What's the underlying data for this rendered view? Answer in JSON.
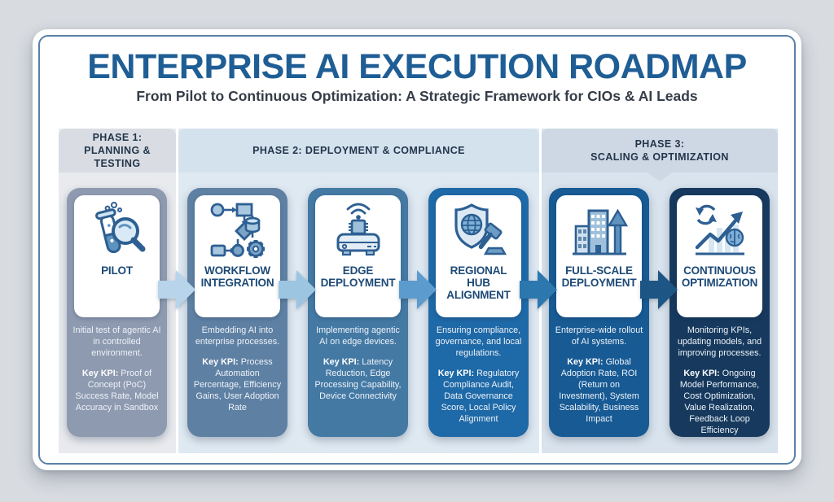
{
  "colors": {
    "page_bg": "#d8dbe0",
    "panel_border": "#3c6b96",
    "title": "#1f5e95",
    "subtitle": "#353d48"
  },
  "header": {
    "title": "ENTERPRISE AI EXECUTION ROADMAP",
    "subtitle": "From Pilot to Continuous Optimization: A Strategic Framework for CIOs & AI Leads"
  },
  "phases": [
    {
      "lines": [
        "PHASE 1:",
        "PLANNING &",
        "TESTING"
      ],
      "band_color": "#d9dde3",
      "tint_color": "#e8eaee"
    },
    {
      "lines": [
        "PHASE 2: DEPLOYMENT & COMPLIANCE"
      ],
      "band_color": "#d4e2ee",
      "tint_color": "#dfe9f2"
    },
    {
      "lines": [
        "PHASE 3:",
        "SCALING & OPTIMIZATION"
      ],
      "band_color": "#cdd8e4",
      "tint_color": "#d9e3ed"
    }
  ],
  "stages": [
    {
      "title": "PILOT",
      "description": "Initial test of agentic AI in controlled environment.",
      "kpi_label": "Key KPI:",
      "kpi": "Proof of Concept (PoC) Success Rate, Model Accuracy in Sandbox",
      "card_color": "#8e9ab0",
      "icon": "flask-magnifier-icon"
    },
    {
      "title": "WORKFLOW INTEGRATION",
      "description": "Embedding AI into enterprise processes.",
      "kpi_label": "Key KPI:",
      "kpi": "Process Automation Percentage, Efficiency Gains, User Adoption Rate",
      "card_color": "#5e80a3",
      "icon": "workflow-gear-icon"
    },
    {
      "title": "EDGE DEPLOYMENT",
      "description": "Implementing agentic AI on edge devices.",
      "kpi_label": "Key KPI:",
      "kpi": "Latency Reduction, Edge Processing Capability, Device Connectivity",
      "card_color": "#4479a4",
      "icon": "edge-device-icon"
    },
    {
      "title": "REGIONAL HUB ALIGNMENT",
      "description": "Ensuring compliance, governance, and local regulations.",
      "kpi_label": "Key KPI:",
      "kpi": "Regulatory Compliance Audit, Data Governance Score, Local Policy Alignment",
      "card_color": "#1e69a7",
      "icon": "shield-globe-gavel-icon"
    },
    {
      "title": "FULL-SCALE DEPLOYMENT",
      "description": "Enterprise-wide rollout of AI systems.",
      "kpi_label": "Key KPI:",
      "kpi": "Global Adoption Rate, ROI (Return on Investment), System Scalability, Business Impact",
      "card_color": "#175a94",
      "icon": "building-growth-icon"
    },
    {
      "title": "CONTINUOUS OPTIMIZATION",
      "description": "Monitoring KPIs, updating models, and improving processes.",
      "kpi_label": "Key KPI:",
      "kpi": "Ongoing Model Performance, Cost Optimization, Value Realization, Feedback Loop Efficiency",
      "card_color": "#16395d",
      "icon": "refresh-chart-brain-icon"
    }
  ],
  "arrows": [
    {
      "color": "#b7d4ea"
    },
    {
      "color": "#9cc5e2"
    },
    {
      "color": "#5c9bcd"
    },
    {
      "color": "#2d77af"
    },
    {
      "color": "#1d5584"
    }
  ]
}
